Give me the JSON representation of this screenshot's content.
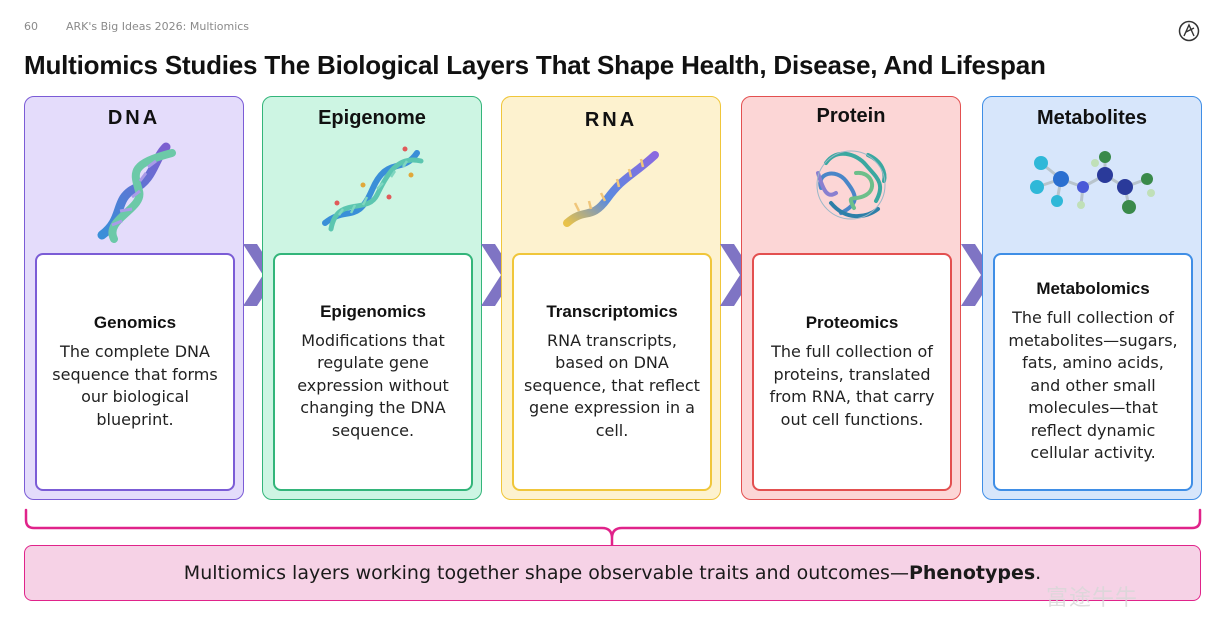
{
  "header": {
    "page_number": "60",
    "report": "ARK's Big Ideas 2026: Multiomics"
  },
  "title": "Multiomics Studies The Biological Layers That Shape Health, Disease, And Lifespan",
  "columns": [
    {
      "title": "DNA",
      "card_title": "Genomics",
      "card_desc": "The complete DNA sequence that forms our biological blueprint.",
      "bg": "#e4dcfb",
      "border": "#7b5cd6"
    },
    {
      "title": "Epigenome",
      "card_title": "Epigenomics",
      "card_desc": "Modifications that regulate gene expression without changing the DNA sequence.",
      "bg": "#cdf5e3",
      "border": "#33b57a"
    },
    {
      "title": "RNA",
      "card_title": "Transcriptomics",
      "card_desc": "RNA transcripts, based on DNA sequence, that reflect gene expression in a cell.",
      "bg": "#fdf2cf",
      "border": "#f0c63a"
    },
    {
      "title": "Protein",
      "card_title": "Proteomics",
      "card_desc": "The full collection of proteins, translated from RNA, that carry out cell functions.",
      "bg": "#fcd6d6",
      "border": "#e35050"
    },
    {
      "title": "Metabolites",
      "card_title": "Metabolomics",
      "card_desc": "The full collection of metabolites—sugars, fats, amino acids, and other small molecules—that reflect dynamic cellular activity.",
      "bg": "#d7e6fb",
      "border": "#3f8ee6"
    }
  ],
  "bottom": {
    "text": "Multiomics layers working together shape observable traits and outcomes—",
    "bold": "Phenotypes",
    "end": "."
  },
  "watermark": "富途牛牛",
  "colors": {
    "arrow": "#7f74c4",
    "brace": "#e0238a",
    "bottom_bg": "#f6d2e6"
  }
}
